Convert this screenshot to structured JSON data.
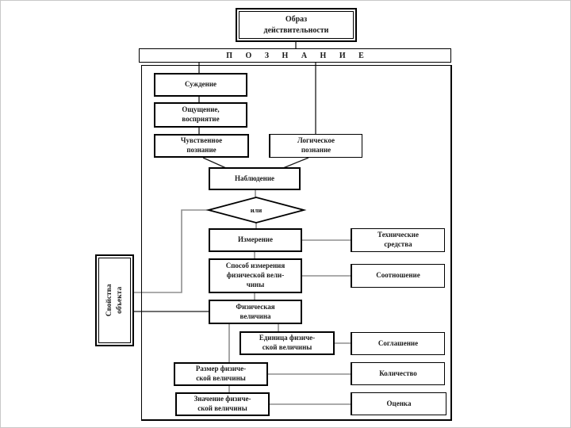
{
  "diagram": {
    "title_box": {
      "label": "Образ\nдействительности"
    },
    "container": {
      "header": "П О З Н А Н И Е"
    },
    "side_box": {
      "label": "Свойства\nобъекта"
    },
    "nodes": {
      "suzhdenie": {
        "label": "Суждение"
      },
      "oshchushchenie": {
        "label": "Ощущение,\nвосприятие"
      },
      "chuvstvennoe": {
        "label": "Чувственное\nпознание"
      },
      "logicheskoe": {
        "label": "Логическое\nпознание"
      },
      "nablyudenie": {
        "label": "Наблюдение"
      },
      "ili": {
        "label": "или"
      },
      "izmerenie": {
        "label": "Измерение"
      },
      "sposob": {
        "label": "Способ измерения\nфизической вели-\nчины"
      },
      "fizicheskaya": {
        "label": "Физическая\nвеличина"
      },
      "edinitsa": {
        "label": "Единица физиче-\nской величины"
      },
      "razmer": {
        "label": "Размер физиче-\nской величины"
      },
      "znachenie": {
        "label": "Значение физиче-\nской величины"
      },
      "tekhnicheskie": {
        "label": "Технические\nсредства"
      },
      "sootnoshenie": {
        "label": "Соотношение"
      },
      "soglashenie": {
        "label": "Соглашение"
      },
      "kolichestvo": {
        "label": "Количество"
      },
      "otsenka": {
        "label": "Оценка"
      }
    },
    "colors": {
      "background": "#ffffff",
      "box_border": "#000000",
      "connector_black": "#1a1a1a",
      "connector_gray": "#8f8f8f"
    }
  }
}
